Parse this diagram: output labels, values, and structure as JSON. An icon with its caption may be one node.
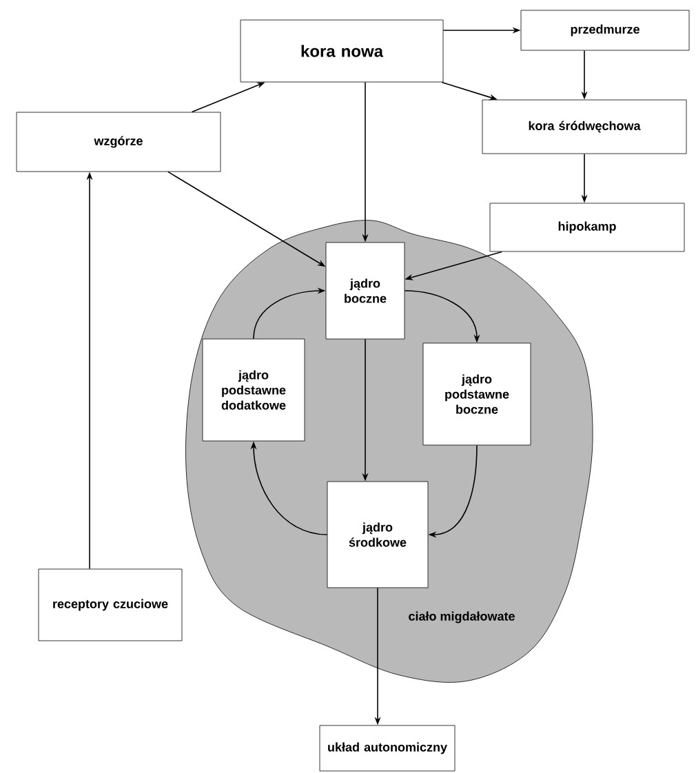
{
  "diagram": {
    "nodes": [
      {
        "text": [
          "kora nowa"
        ]
      },
      {
        "text": [
          "przedmurze"
        ]
      },
      {
        "text": [
          "wzgórze"
        ]
      },
      {
        "text": [
          "kora śródwęchowa"
        ]
      },
      {
        "text": [
          "hipokamp"
        ]
      },
      {
        "text": [
          "ciało migdałowate"
        ]
      },
      {
        "text": [
          "jądro boczne"
        ],
        "in": 5
      },
      {
        "text": [
          "jądro podstawne dodatkowe"
        ],
        "in": 5
      },
      {
        "text": [
          "jądro podstawne boczne"
        ],
        "in": 5
      },
      {
        "text": [
          "jądro środkowe"
        ],
        "in": 5
      },
      {
        "text": [
          "receptory czuciowe"
        ]
      },
      {
        "text": [
          "układ autonomiczny"
        ]
      }
    ],
    "edges": [
      {
        "from": 2,
        "to": 0,
        "arrow": "to"
      },
      {
        "from": 0,
        "to": 1,
        "arrow": "to"
      },
      {
        "from": 0,
        "to": 3,
        "arrow": "to"
      },
      {
        "from": 1,
        "to": 3,
        "arrow": "to"
      },
      {
        "from": 3,
        "to": 4,
        "arrow": "to"
      },
      {
        "from": 4,
        "to": 6,
        "arrow": "to"
      },
      {
        "from": 0,
        "to": 6,
        "arrow": "to"
      },
      {
        "from": 2,
        "to": 6,
        "arrow": "to"
      },
      {
        "from": 10,
        "to": 2,
        "arrow": "to"
      },
      {
        "from": 6,
        "to": 8,
        "arrow": "to"
      },
      {
        "from": 8,
        "to": 9,
        "arrow": "to"
      },
      {
        "from": 9,
        "to": 7,
        "arrow": "to"
      },
      {
        "from": 7,
        "to": 6,
        "arrow": "to"
      },
      {
        "from": 6,
        "to": 9,
        "arrow": "to"
      },
      {
        "from": 9,
        "to": 11,
        "arrow": "to"
      }
    ]
  }
}
